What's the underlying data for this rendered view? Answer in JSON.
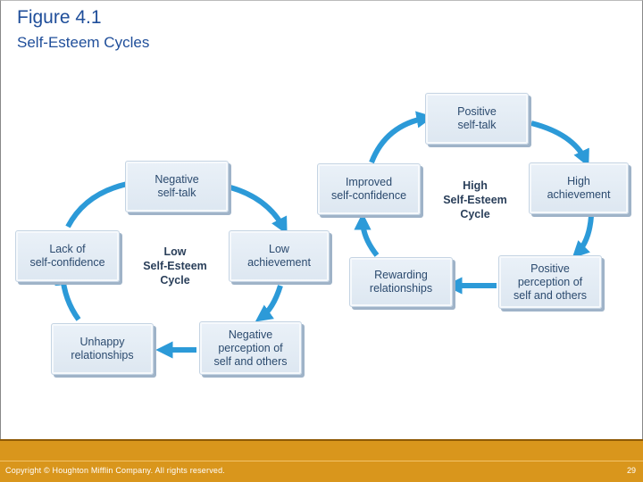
{
  "header": {
    "title": "Figure 4.1",
    "subtitle": "Self-Esteem Cycles"
  },
  "low_cycle": {
    "center_label": "Low\nSelf-Esteem\nCycle",
    "nodes": [
      "Negative\nself-talk",
      "Low\nachievement",
      "Negative\nperception of\nself and others",
      "Unhappy\nrelationships",
      "Lack of\nself-confidence"
    ]
  },
  "high_cycle": {
    "center_label": "High\nSelf-Esteem\nCycle",
    "nodes": [
      "Positive\nself-talk",
      "High\nachievement",
      "Positive\nperception of\nself and others",
      "Rewarding\nrelationships",
      "Improved\nself-confidence"
    ]
  },
  "colors": {
    "arrow": "#2c9ad8",
    "title": "#1f4e9a",
    "footer": "#d9961c"
  },
  "footer": {
    "copyright": "Copyright © Houghton Mifflin Company. All rights reserved.",
    "page_number": "29"
  }
}
